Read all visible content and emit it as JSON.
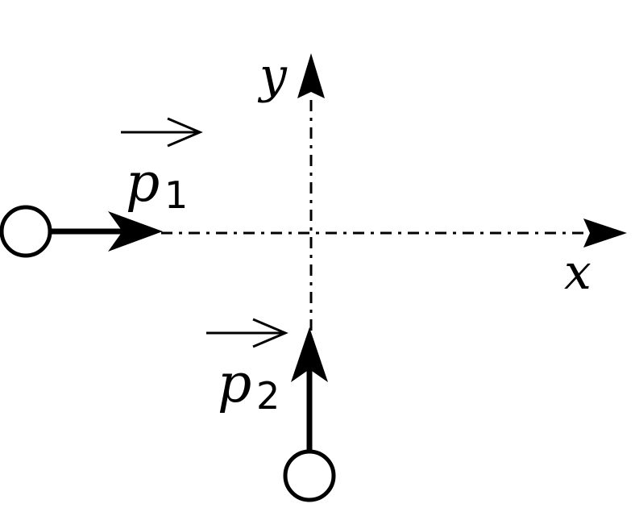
{
  "labels": {
    "x_axis": "x",
    "y_axis": "y",
    "p1_symbol": "p",
    "p1_index": "1",
    "p2_symbol": "p",
    "p2_index": "2"
  },
  "colors": {
    "stroke": "#000000",
    "background": "#ffffff"
  }
}
